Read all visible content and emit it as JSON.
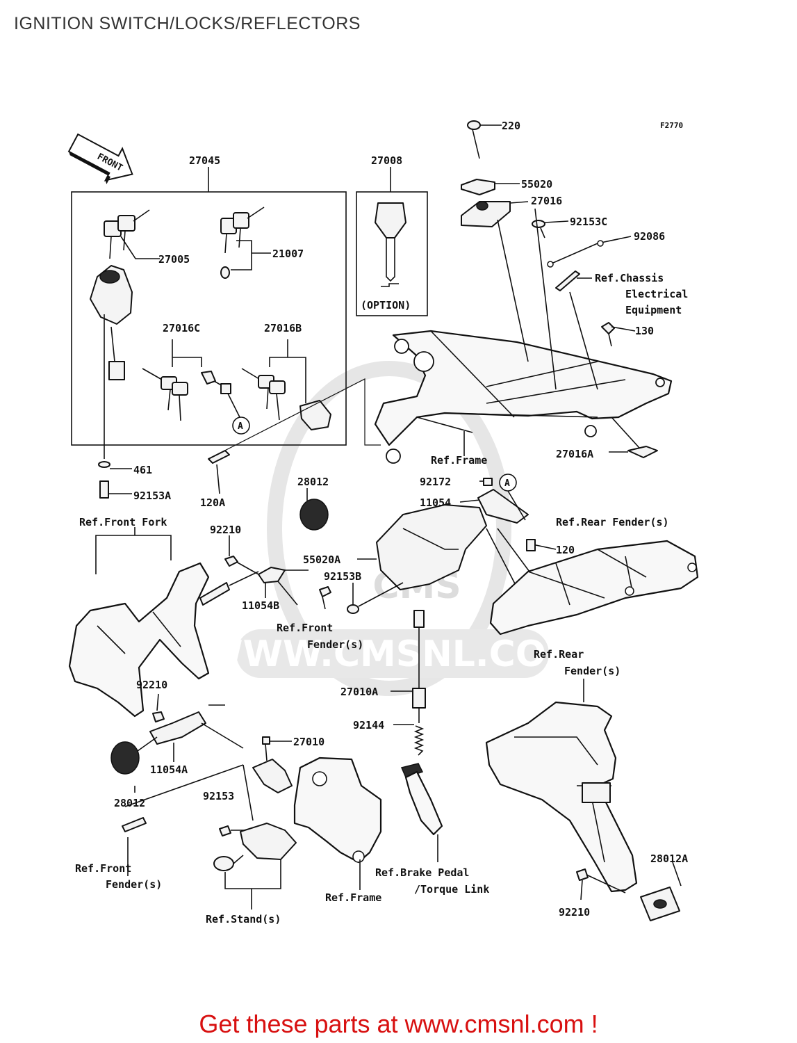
{
  "title": "IGNITION SWITCH/LOCKS/REFLECTORS",
  "figure_code": "F2770",
  "front_arrow_label": "FRONT",
  "watermark": "WWW.CMSNL.COM",
  "watermark_logo": "CMS",
  "option_label": "(OPTION)",
  "marker_a": "A",
  "footer_text": "Get these parts at www.cmsnl.com !",
  "labels": {
    "p27045": "27045",
    "p27008": "27008",
    "p220": "220",
    "p55020": "55020",
    "p27016": "27016",
    "p92153c": "92153C",
    "p92086": "92086",
    "ref_chassis_1": "Ref.Chassis",
    "ref_chassis_2": "Electrical",
    "ref_chassis_3": "Equipment",
    "p130": "130",
    "p27005": "27005",
    "p21007": "21007",
    "p27016c": "27016C",
    "p27016b": "27016B",
    "p27016a": "27016A",
    "ref_frame_top": "Ref.Frame",
    "p461": "461",
    "p92153a": "92153A",
    "p120a": "120A",
    "p28012_top": "28012",
    "p92172": "92172",
    "p11054": "11054",
    "ref_rear_fender_top": "Ref.Rear Fender(s)",
    "ref_front_fork": "Ref.Front Fork",
    "p92210_a": "92210",
    "p55020a": "55020A",
    "p120": "120",
    "p92153b": "92153B",
    "p11054b": "11054B",
    "ref_front_fender_mid_1": "Ref.Front",
    "ref_front_fender_mid_2": "Fender(s)",
    "ref_rear_fender_mid_1": "Ref.Rear",
    "ref_rear_fender_mid_2": "Fender(s)",
    "p27010a": "27010A",
    "p92144": "92144",
    "p92210_b": "92210",
    "p11054a": "11054A",
    "p27010": "27010",
    "p28012_bottom": "28012",
    "p92153": "92153",
    "ref_front_fender_bot_1": "Ref.Front",
    "ref_front_fender_bot_2": "Fender(s)",
    "ref_brake_1": "Ref.Brake Pedal",
    "ref_brake_2": "/Torque Link",
    "ref_frame_bottom": "Ref.Frame",
    "ref_stand": "Ref.Stand(s)",
    "p28012a": "28012A",
    "p92210_c": "92210"
  }
}
